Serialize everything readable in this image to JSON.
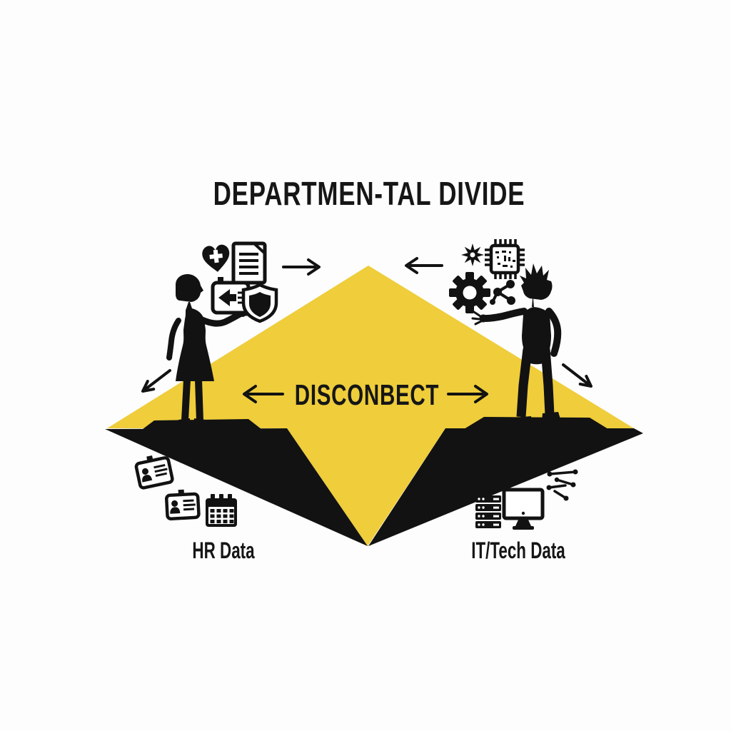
{
  "title": "DEPARTMEN-TAL DIVIDE",
  "center": {
    "label": "DISCONBECT",
    "left_arrow_icon": "arrow-left",
    "right_arrow_icon": "arrow-right"
  },
  "left_side": {
    "figure": "hr-woman-silhouette",
    "data_label": "HR Data",
    "top_icons": [
      "heart-medical-icon",
      "document-icon",
      "badge-import-icon",
      "shield-icon"
    ],
    "bottom_icons": [
      "id-badge-icon",
      "id-badge-icon",
      "calendar-icon"
    ],
    "flow_arrows": [
      "arrow-right-to-center",
      "arrow-down-left"
    ]
  },
  "right_side": {
    "figure": "it-man-silhouette",
    "data_label": "IT/Tech Data",
    "top_icons": [
      "small-gear-icon",
      "microchip-icon",
      "gear-icon",
      "share-network-icon"
    ],
    "bottom_icons": [
      "server-icon",
      "monitor-icon",
      "network-lines-icon"
    ],
    "flow_arrows": [
      "arrow-left-to-center",
      "arrow-down-right"
    ]
  },
  "colors": {
    "yellow": "#EFCD3B",
    "black": "#121212",
    "background": "#FDFDFD",
    "text": "#161616"
  }
}
